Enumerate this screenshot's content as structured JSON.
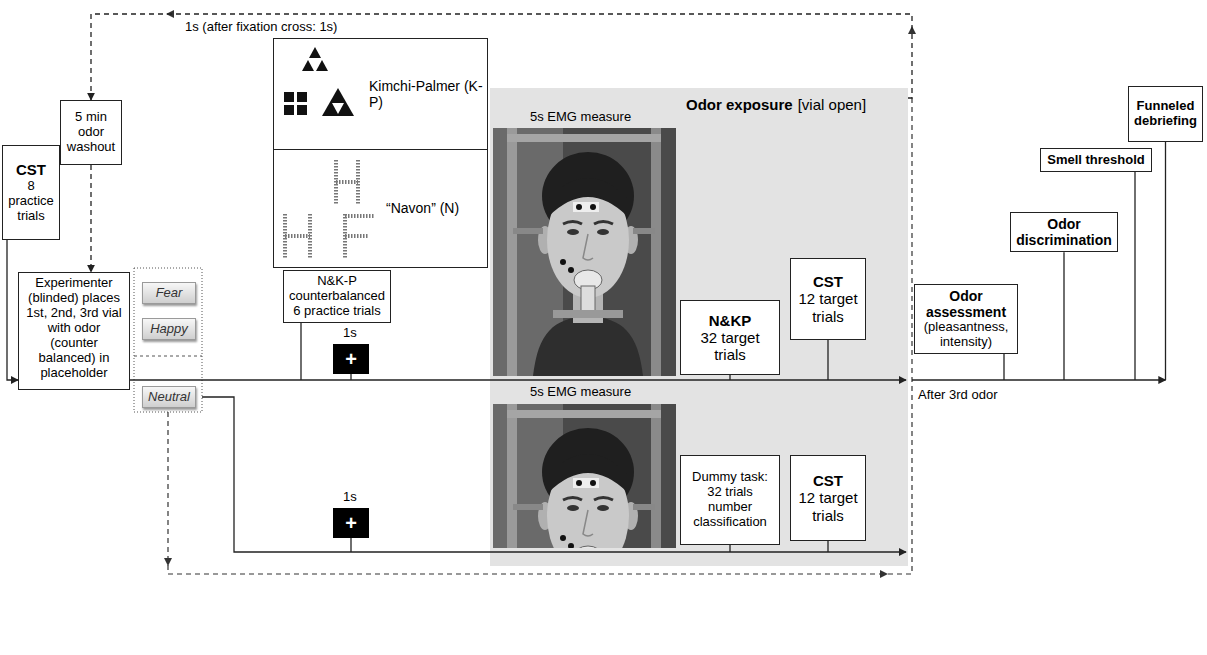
{
  "diagram": {
    "nodes": [
      {
        "text": [
          "CST",
          "8 practice trials"
        ]
      },
      {
        "text": [
          "5 min odor washout"
        ]
      },
      {
        "text": [
          "Experimenter (blinded) places 1st, 2nd, 3rd vial with odor (counter balanced) in placeholder"
        ]
      },
      {
        "text": [
          "Fear"
        ]
      },
      {
        "text": [
          "Happy"
        ]
      },
      {
        "text": [
          "Neutral"
        ]
      },
      {
        "text": [
          "Kimchi-Palmer (K-P)"
        ]
      },
      {
        "text": [
          "“Navon” (N)"
        ]
      },
      {
        "text": [
          "N&K-P counterbalanced 6 practice trials"
        ]
      },
      {
        "text": [
          "+"
        ]
      },
      {
        "text": [
          "Odor exposure",
          "[vial open]"
        ]
      },
      {
        "text": [
          "N&KP",
          "32 target trials"
        ],
        "in": 10
      },
      {
        "text": [
          "CST",
          "12 target trials"
        ],
        "in": 10
      },
      {
        "text": [
          "+"
        ]
      },
      {
        "text": [
          "Dummy task: 32 trials number classification"
        ],
        "in": 10
      },
      {
        "text": [
          "CST",
          "12 target trials"
        ],
        "in": 10
      },
      {
        "text": [
          "Odor assessment",
          "(pleasantness, intensity)"
        ]
      },
      {
        "text": [
          "Odor discrimination"
        ]
      },
      {
        "text": [
          "Smell threshold"
        ]
      },
      {
        "text": [
          "Funneled debriefing"
        ]
      }
    ],
    "edges": [
      {
        "from": 0,
        "to": 2,
        "arrow": "to"
      },
      {
        "from": 1,
        "to": 2,
        "arrow": "to"
      },
      {
        "from": 10,
        "to": 1,
        "arrow": "to"
      }
    ],
    "labels": [
      "1s (after fixation cross: 1s)",
      "1s",
      "5s EMG measure",
      "5s EMG measure",
      "1s",
      "After 3rd odor"
    ]
  }
}
